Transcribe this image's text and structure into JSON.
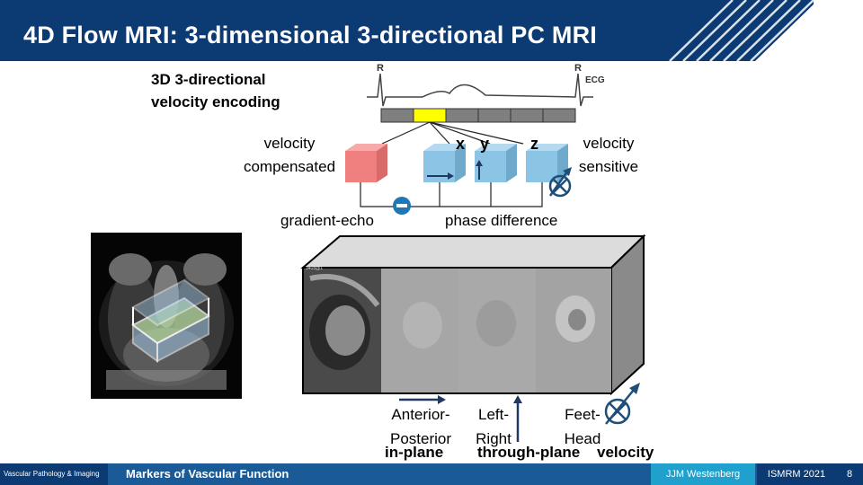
{
  "slide": {
    "title": "4D Flow MRI: 3-dimensional 3-directional PC MRI",
    "page_number": "8"
  },
  "encoding": {
    "title_line1": "3D 3-directional",
    "title_line2": "velocity encoding",
    "ecg_r_left": "R",
    "ecg_r_right": "R",
    "ecg_label": "ECG",
    "velocity_compensated_line1": "velocity",
    "velocity_compensated_line2": "compensated",
    "velocity_sensitive_line1": "velocity",
    "velocity_sensitive_line2": "sensitive",
    "axis_x": "x",
    "axis_y": "y",
    "axis_z": "z",
    "gradient_echo": "gradient-echo",
    "phase_difference": "phase difference",
    "minus_sign": "−"
  },
  "volume": {
    "overlay_tag": "3408@1",
    "anterior_posterior_line1": "Anterior-",
    "anterior_posterior_line2": "Posterior",
    "left_right_line1": "Left-",
    "left_right_line2": "Right",
    "feet_head_line1": "Feet-",
    "feet_head_line2": "Head",
    "in_plane": "in-plane",
    "through_plane": "through-plane",
    "velocity": "velocity"
  },
  "footer": {
    "left_label": "Vascular Pathology & Imaging",
    "center_label": "Markers of Vascular Function",
    "author": "JJM Westenberg",
    "conference": "ISMRM 2021"
  },
  "colors": {
    "title_bar": "#0c3a73",
    "footer_bar": "#1a5a96",
    "author_box": "#1fa0cd",
    "compensated_cube": "#f08080",
    "sensitive_cube": "#8cc4e6",
    "highlight_segment": "#ffff00",
    "arrow_navy": "#1f4e79"
  }
}
